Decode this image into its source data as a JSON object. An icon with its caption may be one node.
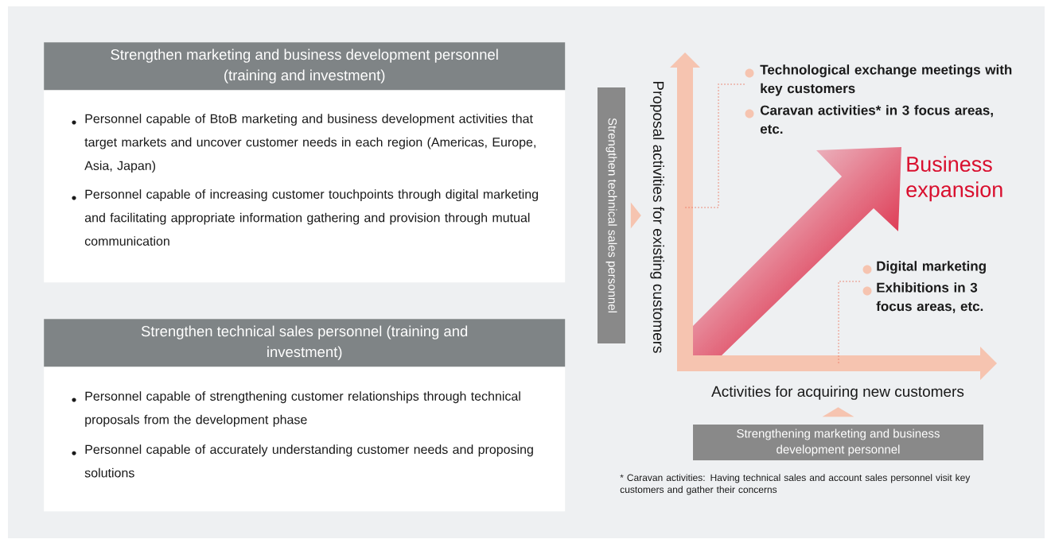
{
  "diagram": {
    "nodes": [
      {
        "text": [
          "Strengthen marketing and business development personnel (training and investment)",
          "Personnel capable of BtoB marketing and business development activities that target markets and uncover customer needs in each region (Americas, Europe, Asia, Japan)",
          "Personnel capable of increasing customer touchpoints through digital marketing and facilitating appropriate information gathering and provision through mutual communication"
        ]
      },
      {
        "text": [
          "Strengthen technical sales personnel (training and investment)",
          "Personnel capable of strengthening customer relationships through technical proposals from the development phase",
          "Personnel capable of accurately understanding customer needs and proposing solutions"
        ]
      },
      {
        "text": [
          "Strengthen technical sales personnel"
        ]
      },
      {
        "text": [
          "Strengthening marketing and business development personnel"
        ]
      },
      {
        "text": [
          "Business expansion"
        ]
      },
      {
        "text": [
          "Technological exchange meetings with key customers",
          "Caravan activities* in 3 focus areas, etc."
        ]
      },
      {
        "text": [
          "Digital marketing",
          "Exhibitions in 3 focus areas, etc."
        ]
      },
      {
        "text": [],
        "shape": "arrow",
        "beside": [
          "Proposal activities for existing customers"
        ]
      },
      {
        "text": [],
        "shape": "arrow",
        "beside": [
          "Activities for acquiring new customers"
        ]
      }
    ],
    "edges": [
      {
        "from": 2,
        "to": 7,
        "arrow": "to",
        "color": "#f6c4b0"
      },
      {
        "from": 3,
        "to": 8,
        "arrow": "to",
        "color": "#f6c4b0"
      },
      {
        "from": 5,
        "to": 7,
        "arrow": "none",
        "style": "dashed",
        "color": "#e9735d"
      },
      {
        "from": 6,
        "to": 8,
        "arrow": "none",
        "style": "dashed",
        "color": "#e9735d"
      }
    ],
    "labels": [
      "* Caravan activities: Having technical sales and account sales personnel visit key customers and gather their concerns"
    ]
  }
}
